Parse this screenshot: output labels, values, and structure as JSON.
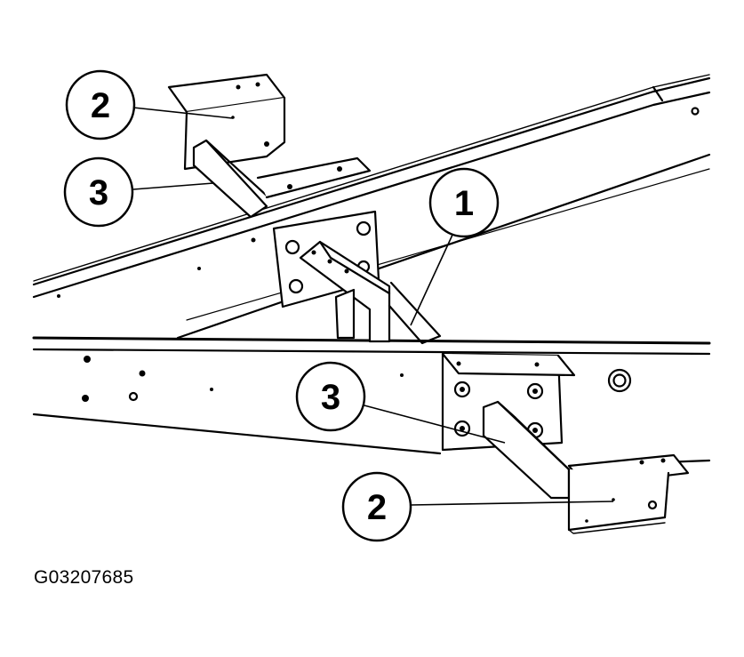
{
  "figure": {
    "id_label": "G03207685",
    "callouts": [
      {
        "key": "upper_left_2",
        "label": "2"
      },
      {
        "key": "upper_left_3",
        "label": "3"
      },
      {
        "key": "center_1",
        "label": "1"
      },
      {
        "key": "lower_3",
        "label": "3"
      },
      {
        "key": "lower_2",
        "label": "2"
      }
    ]
  }
}
